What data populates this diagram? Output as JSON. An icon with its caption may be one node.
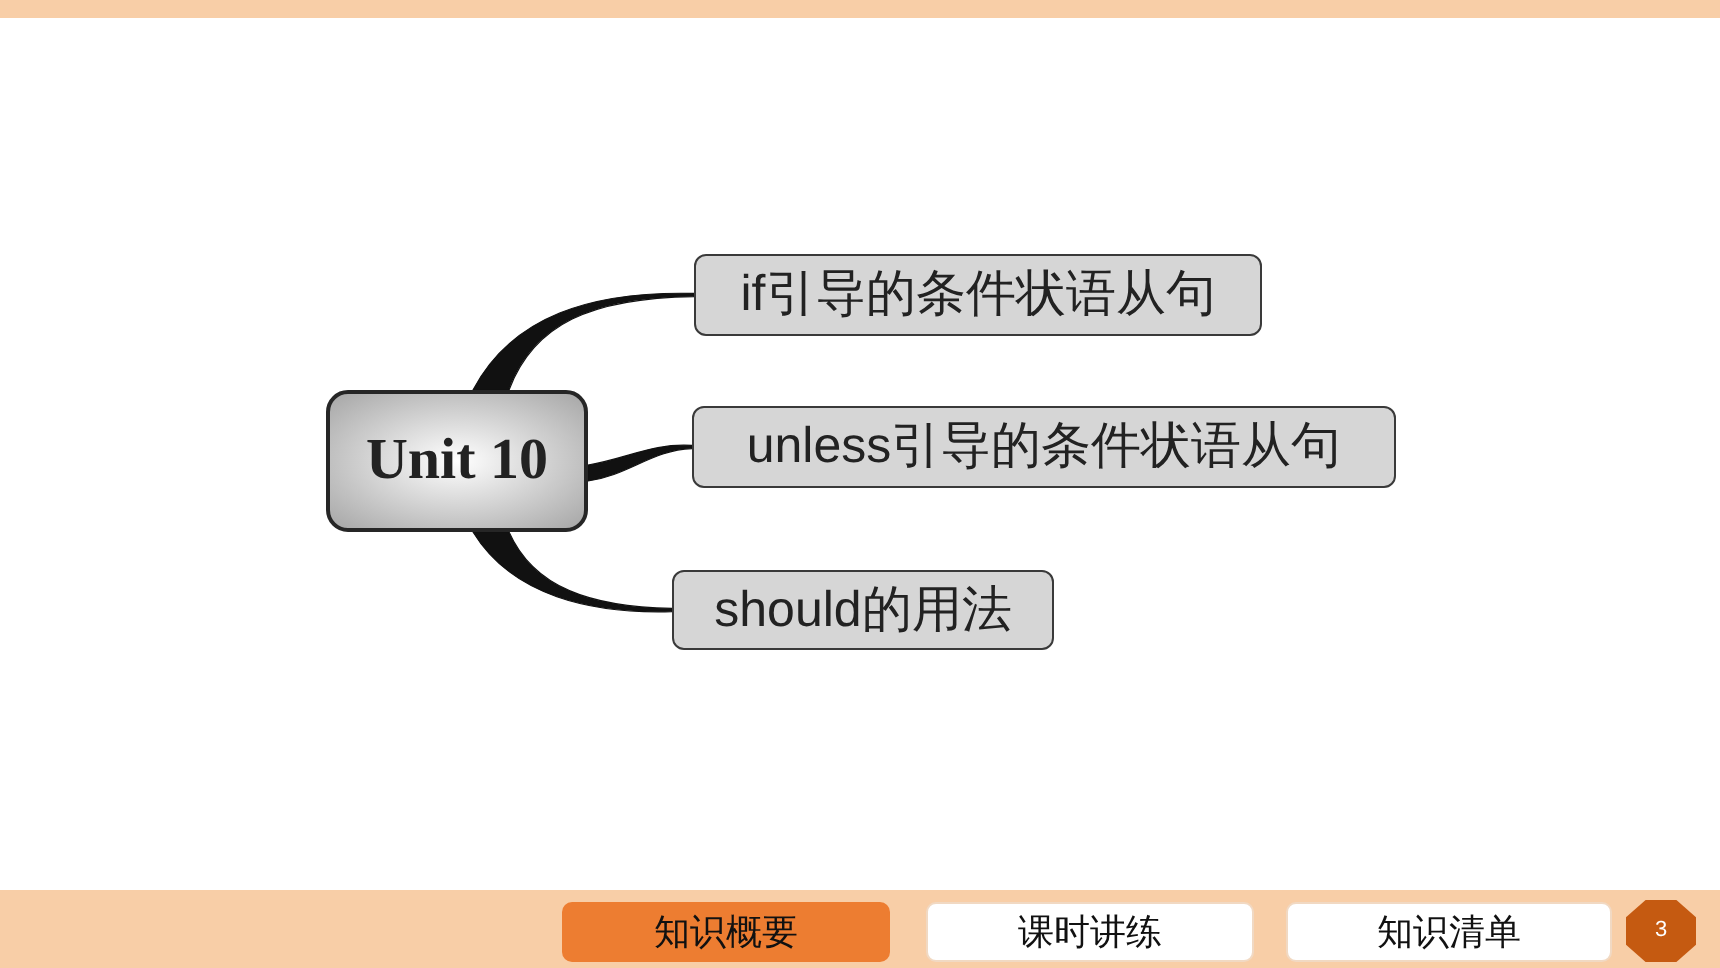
{
  "diagram": {
    "nodes": [
      {
        "text": [
          "Unit 10"
        ]
      },
      {
        "text": [
          "if引导的条件状语从句"
        ]
      },
      {
        "text": [
          "unless引导的条件状语从句"
        ]
      },
      {
        "text": [
          "should的用法"
        ]
      },
      {
        "text": [
          "知识概要"
        ]
      },
      {
        "text": [
          "课时讲练"
        ]
      },
      {
        "text": [
          "知识清单"
        ]
      },
      {
        "text": [
          "3"
        ]
      }
    ],
    "edges": [
      {
        "from": 0,
        "to": 1,
        "arrow": "none"
      },
      {
        "from": 0,
        "to": 2,
        "arrow": "none"
      },
      {
        "from": 0,
        "to": 3,
        "arrow": "none"
      }
    ]
  }
}
